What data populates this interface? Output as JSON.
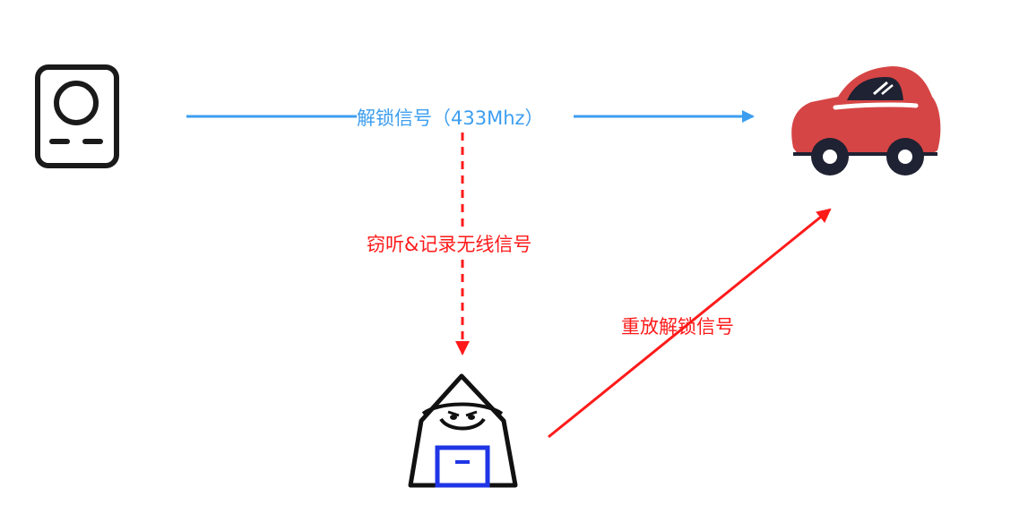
{
  "diagram": {
    "labels": {
      "unlock_signal": "解锁信号（433Mhz）",
      "sniff": "窃听&记录无线信号",
      "replay": "重放解锁信号"
    },
    "colors": {
      "blue_arrow": "#3d9ef0",
      "red_arrow": "#ff1a1a",
      "car_body": "#d64545",
      "car_wheel": "#1f2233",
      "car_window": "#1f2233",
      "remote_stroke": "#1a1a1a",
      "hacker_stroke": "#111111",
      "laptop": "#1f35e6"
    },
    "nodes": {
      "remote": "remote-key-icon",
      "car": "car-icon",
      "attacker": "hacker-icon"
    }
  }
}
